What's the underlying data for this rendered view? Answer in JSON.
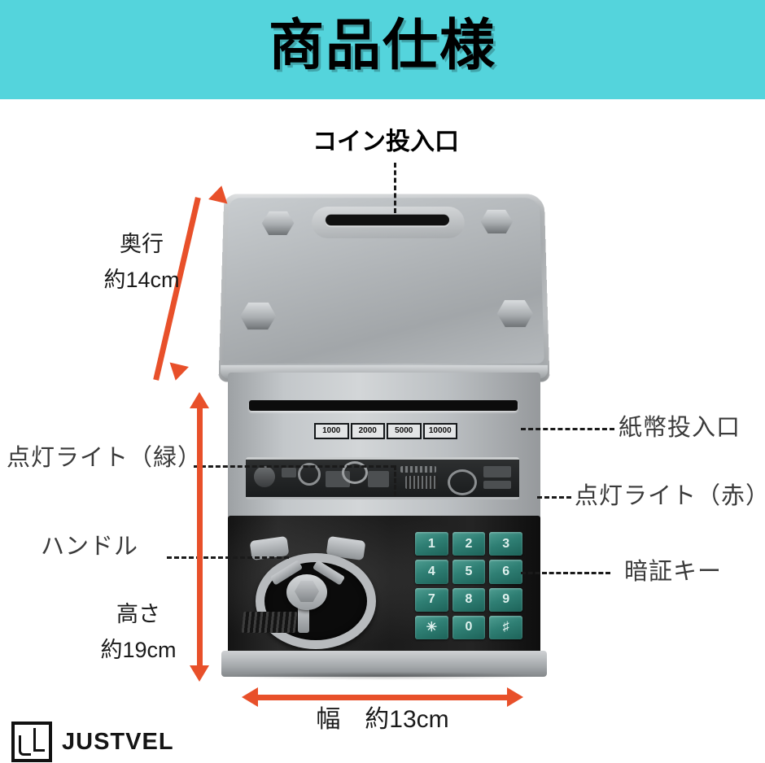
{
  "header": {
    "title": "商品仕様",
    "band_color": "#54d4dc"
  },
  "accent": {
    "arrow_color": "#e8502a",
    "key_color": "#2f7f74",
    "leader_color": "#1a1a1a"
  },
  "callouts": {
    "coin_slot": "コイン投入口",
    "bill_slot": "紙幣投入口",
    "light_green": "点灯ライト（緑）",
    "light_red": "点灯ライト（赤）",
    "handle": "ハンドル",
    "pin_key": "暗証キー"
  },
  "dimensions": {
    "depth_label": "奥行",
    "depth_value": "約14cm",
    "height_label": "高さ",
    "height_value": "約19cm",
    "width_text": "幅　約13cm"
  },
  "product": {
    "denominations": [
      "1000",
      "2000",
      "5000",
      "10000"
    ],
    "keypad": [
      "1",
      "2",
      "3",
      "4",
      "5",
      "6",
      "7",
      "8",
      "9",
      "✳",
      "0",
      "♯"
    ]
  },
  "brand": {
    "name": "JUSTVEL",
    "mark": "JL"
  }
}
